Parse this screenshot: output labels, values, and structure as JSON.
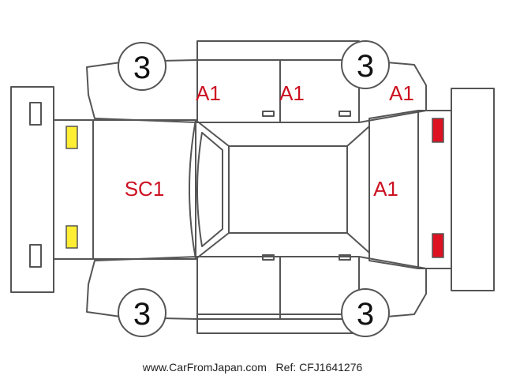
{
  "colors": {
    "outline": "#555555",
    "damage_code": "#cc1122",
    "front_light": "#ffee33",
    "rear_light": "#dd1122",
    "circle_text": "#111111"
  },
  "marks": {
    "hood": "SC1",
    "left_front_door": "A1",
    "left_rear_door": "A1",
    "left_rear_quarter": "A1",
    "rear_glass": "A1"
  },
  "wheels": {
    "front_left": "3",
    "rear_left": "3",
    "front_right": "3",
    "rear_right": "3"
  },
  "footer": {
    "site": "www.CarFromJapan.com",
    "ref": "Ref: CFJ1641276"
  }
}
